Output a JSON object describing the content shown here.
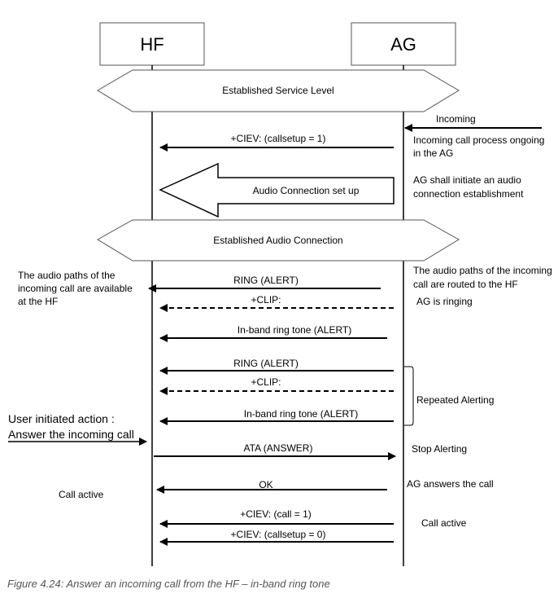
{
  "lifelines": {
    "hf": "HF",
    "ag": "AG"
  },
  "bands": {
    "service_level": "Established Service Level",
    "audio_connection": "Established Audio Connection"
  },
  "messages": {
    "incoming": "Incoming",
    "ciev_callsetup_1": "+CIEV: (callsetup = 1)",
    "audio_setup": "Audio Connection set up",
    "ring_1": "RING (ALERT)",
    "clip_1": "+CLIP:",
    "inband_1": "In-band ring tone (ALERT)",
    "ring_2": "RING (ALERT)",
    "clip_2": "+CLIP:",
    "inband_2": "In-band ring tone (ALERT)",
    "user_action_line1": "User initiated action :",
    "user_action_line2": "Answer the incoming call",
    "ata": "ATA (ANSWER)",
    "ok": "OK",
    "ciev_call_1": "+CIEV: (call = 1)",
    "ciev_callsetup_0": "+CIEV: (callsetup = 0)"
  },
  "annotations": {
    "incoming_process_l1": "Incoming call process ongoing",
    "incoming_process_l2": "in the AG",
    "ag_initiate_l1": "AG shall initiate an audio",
    "ag_initiate_l2": "connection establishment",
    "hf_paths_l1": "The audio paths of the",
    "hf_paths_l2": "incoming call are available",
    "hf_paths_l3": "at the HF",
    "ag_paths_l1": "The audio paths of the incoming",
    "ag_paths_l2": "call are routed to the HF",
    "ag_ringing": "AG is ringing",
    "repeated_alerting": "Repeated Alerting",
    "stop_alerting": "Stop Alerting",
    "ag_answers": "AG answers the call",
    "call_active_hf": "Call active",
    "call_active_ag": "Call active"
  },
  "caption": "Figure 4.24: Answer an incoming call from the HF – in-band ring tone"
}
